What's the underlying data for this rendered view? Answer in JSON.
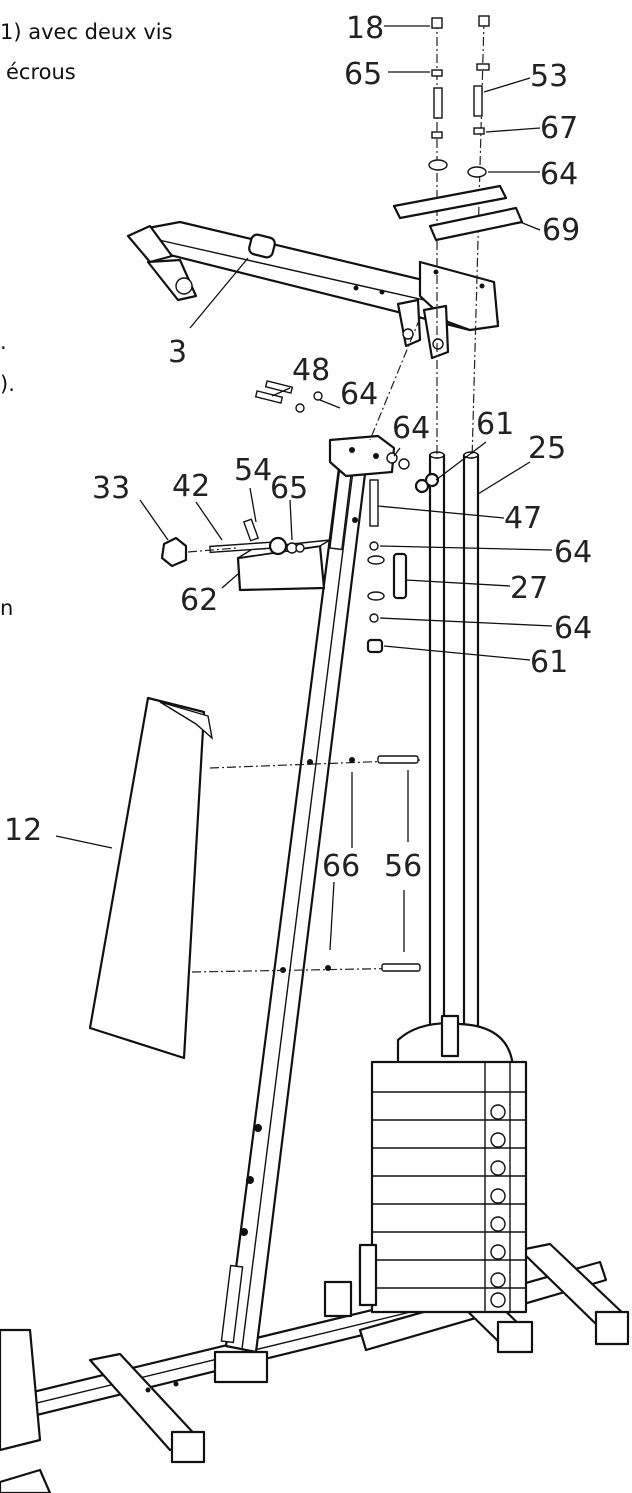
{
  "fragments": {
    "line1": "1) avec deux vis",
    "line2": "écrous",
    "line3": ".",
    "line4": ").",
    "line5": "n"
  },
  "labels": {
    "p18": "18",
    "p65a": "65",
    "p53": "53",
    "p67": "67",
    "p64a": "64",
    "p69": "69",
    "p3": "3",
    "p48": "48",
    "p64b": "64",
    "p64c": "64",
    "p61a": "61",
    "p25": "25",
    "p54": "54",
    "p33": "33",
    "p42": "42",
    "p65b": "65",
    "p47": "47",
    "p64d": "64",
    "p62": "62",
    "p27": "27",
    "p64e": "64",
    "p61b": "61",
    "p12": "12",
    "p66": "66",
    "p56": "56"
  }
}
